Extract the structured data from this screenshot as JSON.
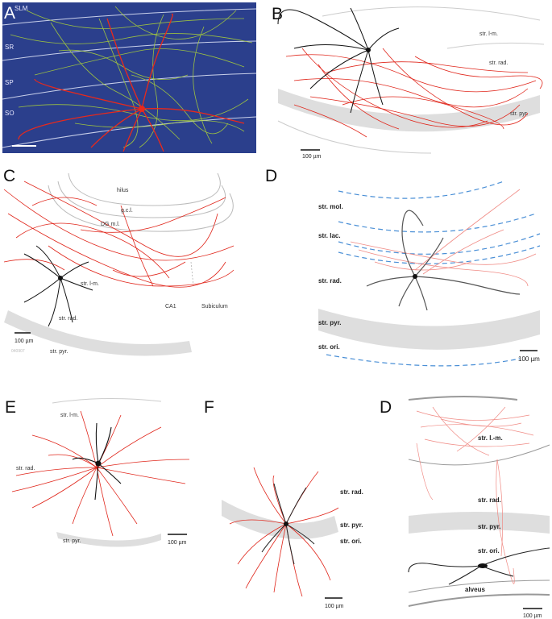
{
  "panels": [
    {
      "letter": "A",
      "layers": [
        "SLM",
        "SR",
        "SP",
        "SO"
      ],
      "background": "#2b3f8c",
      "colors": {
        "dendrite": "#e8291c",
        "axon": "#a8cf3a",
        "boundary": "#c9d0ea"
      }
    },
    {
      "letter": "B",
      "labels": [
        "str. l-m.",
        "str. rad.",
        "str. pyr."
      ],
      "scale": "100 µm",
      "colors": {
        "soma_dendrite": "#111111",
        "axon": "#e0261b"
      }
    },
    {
      "letter": "C",
      "labels": [
        "hilus",
        "g.c.l.",
        "DG m.l.",
        "str. l-m.",
        "str. rad.",
        "CA1",
        "Subiculum",
        "str. pyr."
      ],
      "scale": "100 µm",
      "faint": "040907"
    },
    {
      "letter": "D",
      "labels": [
        "str. mol.",
        "str. lac.",
        "str. rad.",
        "str. pyr.",
        "str. ori."
      ],
      "scale": "100 µm",
      "colors": {
        "boundary": "#4a8fd6"
      }
    },
    {
      "letter": "E",
      "labels": [
        "str. l-m.",
        "str. rad.",
        "str. pyr."
      ],
      "scale": "100 µm"
    },
    {
      "letter": "F",
      "labels": [
        "str. rad.",
        "str. pyr.",
        "str. ori."
      ],
      "scale": "100 µm"
    },
    {
      "letter": "D",
      "labels": [
        "str. l.-m.",
        "str. rad.",
        "str. pyr.",
        "str. ori.",
        "alveus"
      ],
      "scale": "100 µm"
    }
  ]
}
